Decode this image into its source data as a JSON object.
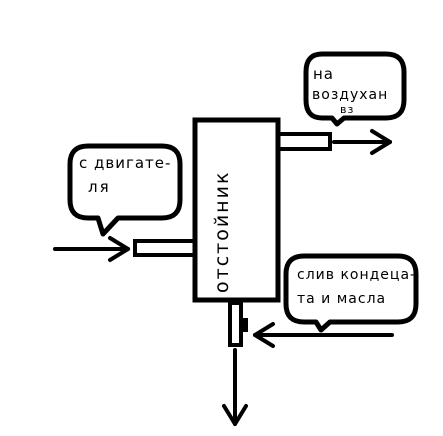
{
  "diagram": {
    "tank_label": "отстойник",
    "callout_inlet": {
      "line1": "с двигате-",
      "line2": "ля"
    },
    "callout_outlet": {
      "line1": "на",
      "line2": "воздухан",
      "line3": "вз"
    },
    "callout_drain": {
      "line1": "слив кондеца-",
      "line2": "та и масла"
    }
  },
  "colors": {
    "ink": "#000000",
    "paper": "#ffffff"
  }
}
